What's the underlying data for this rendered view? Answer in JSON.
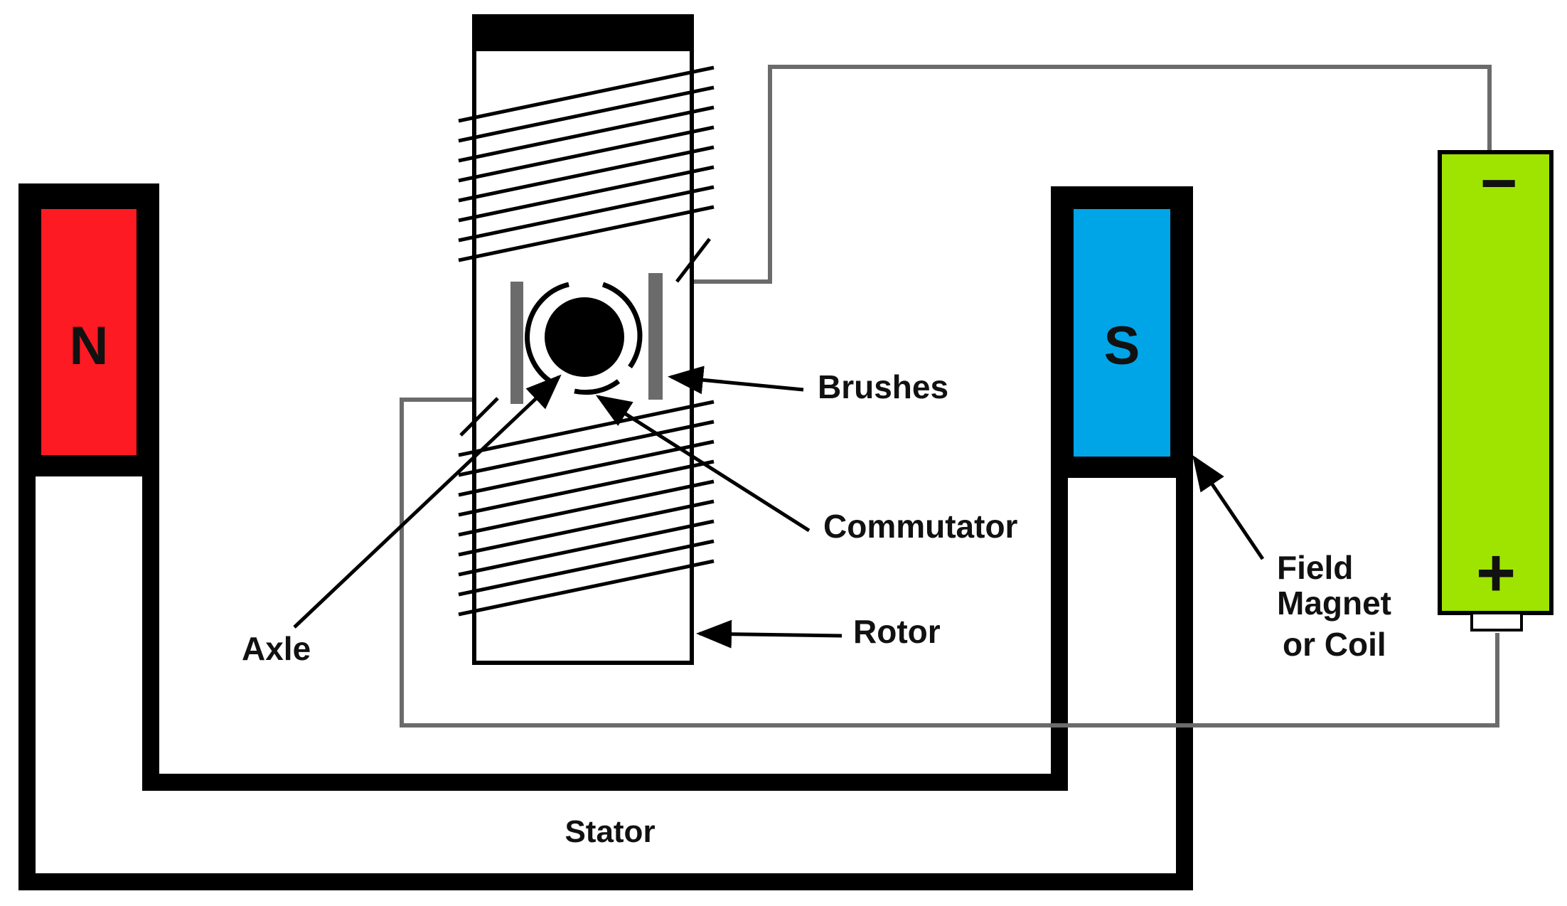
{
  "colors": {
    "north_pole": "#fe1a22",
    "south_pole": "#00a5e8",
    "battery": "#9ee400",
    "wire": "#6b6b6b",
    "outline": "#000000"
  },
  "magnet": {
    "north_label": "N",
    "south_label": "S"
  },
  "battery": {
    "negative_symbol": "−",
    "positive_symbol": "+"
  },
  "labels": {
    "brushes": "Brushes",
    "commutator": "Commutator",
    "rotor": "Rotor",
    "axle": "Axle",
    "field_magnet_line1": "Field",
    "field_magnet_line2": "Magnet",
    "field_magnet_line3": "or Coil",
    "stator": "Stator"
  }
}
